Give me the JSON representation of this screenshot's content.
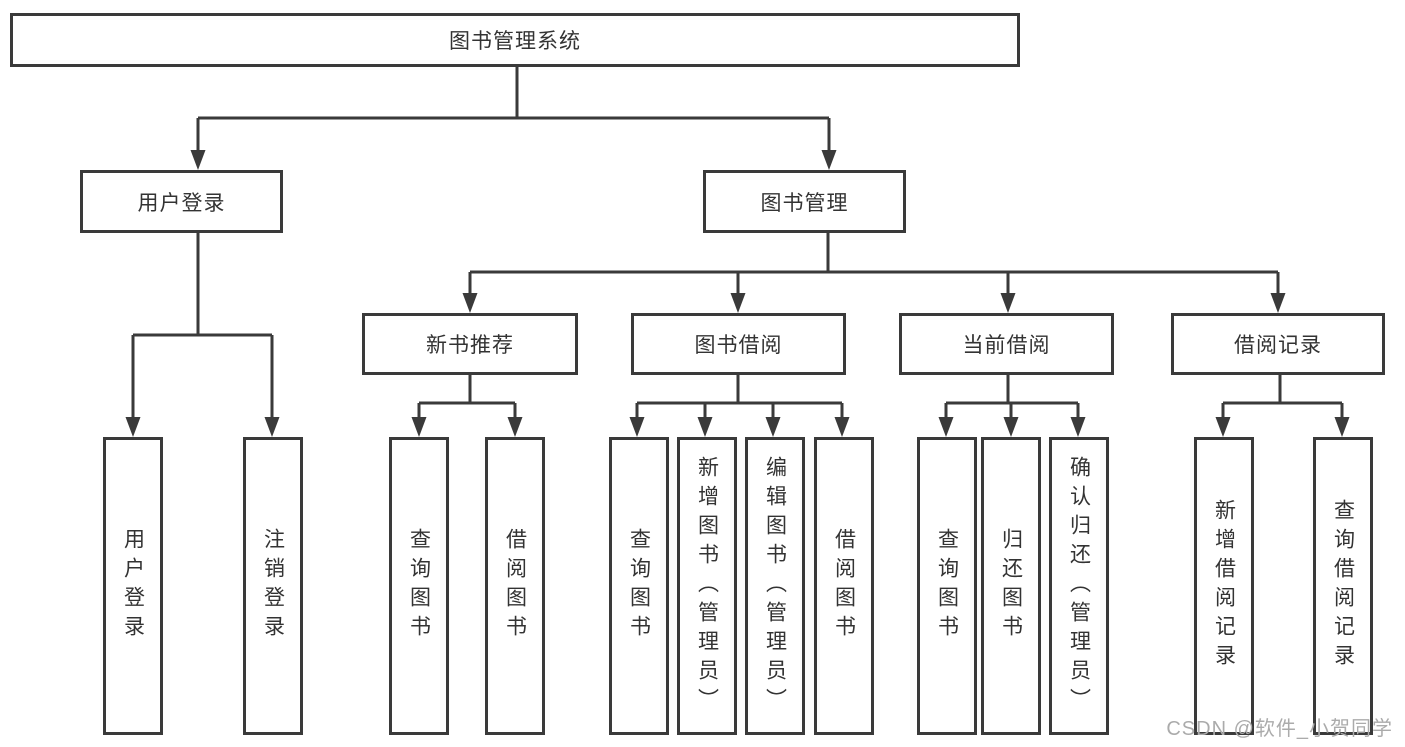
{
  "diagram": {
    "root": {
      "label": "图书管理系统"
    },
    "level2": [
      {
        "label": "用户登录"
      },
      {
        "label": "图书管理"
      }
    ],
    "level3": [
      {
        "label": "新书推荐"
      },
      {
        "label": "图书借阅"
      },
      {
        "label": "当前借阅"
      },
      {
        "label": "借阅记录"
      }
    ],
    "leaves": [
      {
        "label": "用户登录"
      },
      {
        "label": "注销登录"
      },
      {
        "label": "查询图书"
      },
      {
        "label": "借阅图书"
      },
      {
        "label": "查询图书"
      },
      {
        "label": "新增图书（管理员）"
      },
      {
        "label": "编辑图书（管理员）"
      },
      {
        "label": "借阅图书"
      },
      {
        "label": "查询图书"
      },
      {
        "label": "归还图书"
      },
      {
        "label": "确认归还（管理员）"
      },
      {
        "label": "新增借阅记录"
      },
      {
        "label": "查询借阅记录"
      }
    ]
  },
  "watermark": "CSDN @软件_小贺同学",
  "colors": {
    "line": "#3a3a3a",
    "text": "#333333",
    "box_background": "#ffffff",
    "watermark": "#ababab",
    "background": "#ffffff"
  }
}
